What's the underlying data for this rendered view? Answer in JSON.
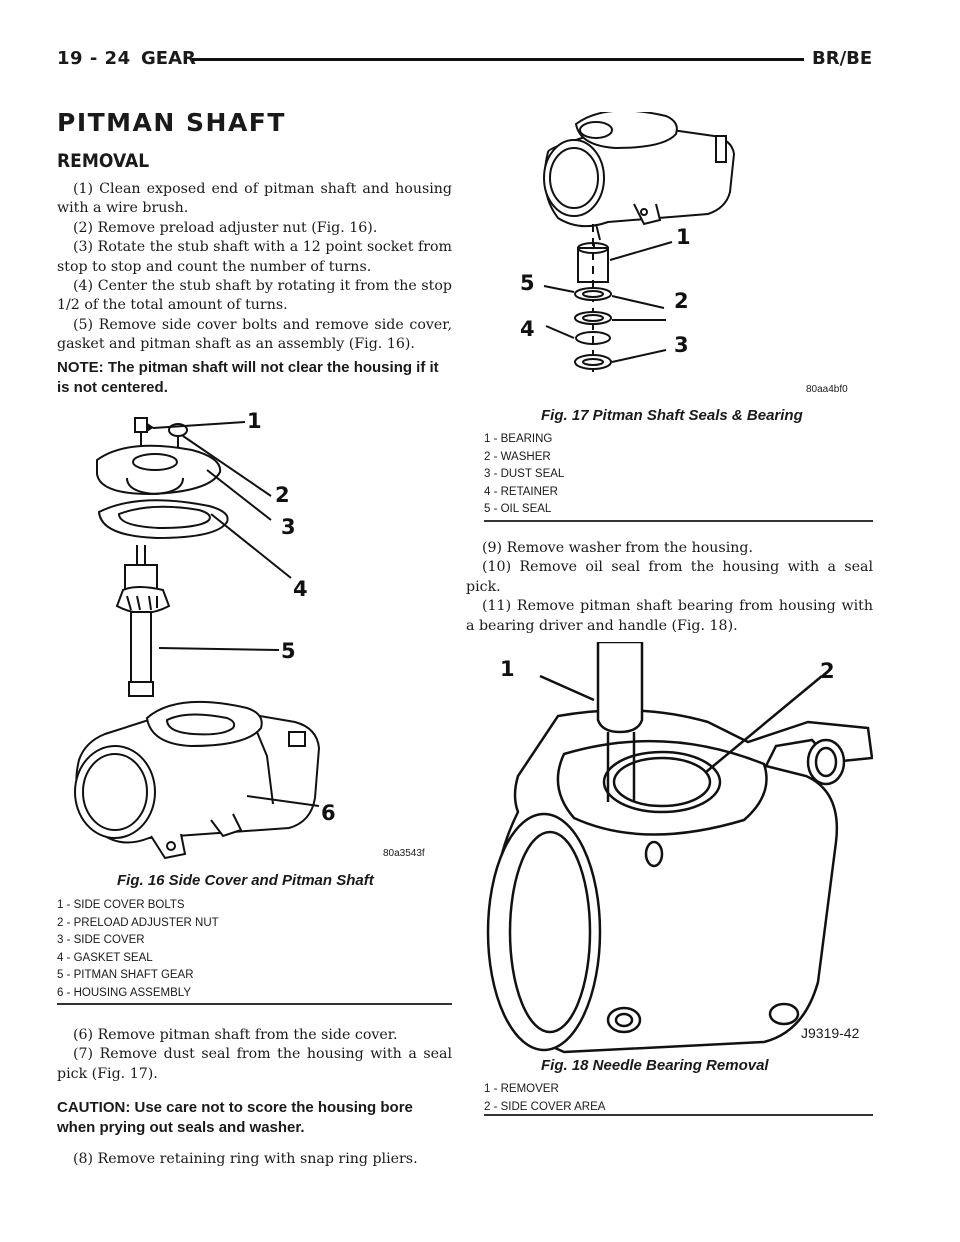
{
  "header": {
    "page_number": "19 - 24",
    "section": "GEAR",
    "model": "BR/BE"
  },
  "title": "PITMAN SHAFT",
  "subtitle": "REMOVAL",
  "steps_left": [
    "(1) Clean exposed end of pitman shaft and housing with a wire brush.",
    "(2) Remove preload adjuster nut (Fig. 16).",
    "(3) Rotate the stub shaft with a 12 point socket from stop to stop and count the number of turns.",
    "(4) Center the stub shaft by rotating it from the stop 1/2 of the total amount of turns.",
    "(5) Remove side cover bolts and remove side cover, gasket and pitman shaft as an assembly (Fig. 16)."
  ],
  "note": "NOTE: The pitman shaft will not clear the housing if it is not centered.",
  "fig16": {
    "code": "80a3543f",
    "caption": "Fig. 16 Side Cover and Pitman Shaft",
    "legend": [
      "1 - SIDE COVER BOLTS",
      "2 - PRELOAD ADJUSTER NUT",
      "3 - SIDE COVER",
      "4 - GASKET SEAL",
      "5 - PITMAN SHAFT GEAR",
      "6 - HOUSING ASSEMBLY"
    ],
    "callouts": [
      "1",
      "2",
      "3",
      "4",
      "5",
      "6"
    ]
  },
  "steps_left_2": [
    "(6) Remove pitman shaft from the side cover.",
    "(7) Remove dust seal from the housing with a seal pick (Fig. 17)."
  ],
  "caution": "CAUTION: Use care not to score the housing bore when prying out seals and washer.",
  "steps_left_3": [
    "(8) Remove retaining ring with snap ring pliers."
  ],
  "fig17": {
    "code": "80aa4bf0",
    "caption": "Fig. 17 Pitman Shaft Seals & Bearing",
    "legend": [
      "1 - BEARING",
      "2 - WASHER",
      "3 - DUST SEAL",
      "4 - RETAINER",
      "5 - OIL SEAL"
    ],
    "callouts": [
      "1",
      "2",
      "3",
      "4",
      "5"
    ]
  },
  "steps_right": [
    "(9) Remove washer from the housing.",
    "(10) Remove oil seal from the housing with a seal pick.",
    "(11) Remove pitman shaft bearing from housing with a bearing driver and handle (Fig. 18)."
  ],
  "fig18": {
    "code": "J9319-42",
    "caption": "Fig. 18 Needle Bearing Removal",
    "legend": [
      "1 - REMOVER",
      "2 - SIDE COVER AREA"
    ],
    "callouts": [
      "1",
      "2"
    ]
  }
}
